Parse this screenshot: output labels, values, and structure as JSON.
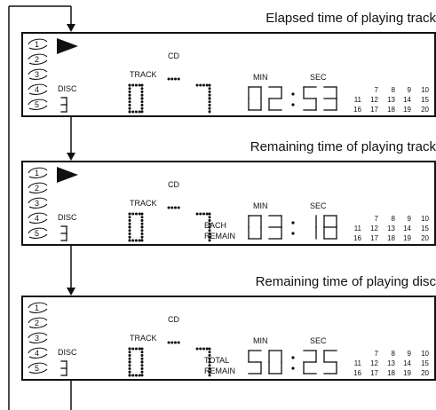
{
  "panels": [
    {
      "caption": "Elapsed time of playing track",
      "show_play": true,
      "cd_label": "CD",
      "disc_label": "DISC",
      "disc_digit": "3",
      "track_label": "TRACK",
      "track_digits": "07",
      "mode_top": "",
      "mode_bottom": "",
      "min_label": "MIN",
      "sec_label": "SEC",
      "time_min": "02",
      "time_sec": "53",
      "grid_rows": [
        [
          "7",
          "8",
          "9",
          "10"
        ],
        [
          "11",
          "12",
          "13",
          "14",
          "15"
        ],
        [
          "16",
          "17",
          "18",
          "19",
          "20"
        ]
      ]
    },
    {
      "caption": "Remaining time of playing track",
      "show_play": true,
      "cd_label": "CD",
      "disc_label": "DISC",
      "disc_digit": "3",
      "track_label": "TRACK",
      "track_digits": "07",
      "mode_top": "EACH",
      "mode_bottom": "REMAIN",
      "min_label": "MIN",
      "sec_label": "SEC",
      "time_min": "03",
      "time_sec": "18",
      "grid_rows": [
        [
          "7",
          "8",
          "9",
          "10"
        ],
        [
          "11",
          "12",
          "13",
          "14",
          "15"
        ],
        [
          "16",
          "17",
          "18",
          "19",
          "20"
        ]
      ]
    },
    {
      "caption": "Remaining time of playing disc",
      "show_play": false,
      "cd_label": "CD",
      "disc_label": "DISC",
      "disc_digit": "3",
      "track_label": "TRACK",
      "track_digits": "07",
      "mode_top": "TOTAL",
      "mode_bottom": "REMAIN",
      "min_label": "MIN",
      "sec_label": "SEC",
      "time_min": "50",
      "time_sec": "25",
      "grid_rows": [
        [
          "7",
          "8",
          "9",
          "10"
        ],
        [
          "11",
          "12",
          "13",
          "14",
          "15"
        ],
        [
          "16",
          "17",
          "18",
          "19",
          "20"
        ]
      ]
    }
  ],
  "disc_slots": [
    "1",
    "2",
    "3",
    "4",
    "5"
  ]
}
